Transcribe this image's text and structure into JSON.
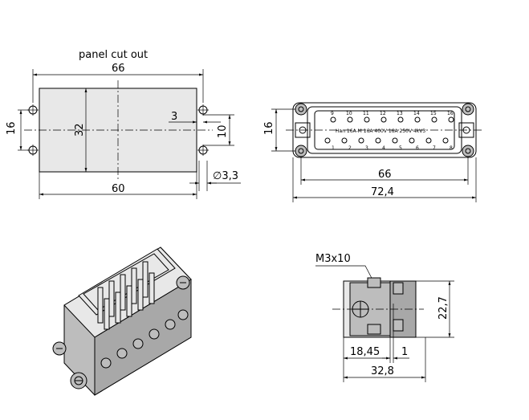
{
  "panel_cutout": {
    "title": "panel cut out",
    "dim_width_top": "66",
    "dim_width_bottom": "60",
    "dim_height_left": "16",
    "dim_height_center": "32",
    "dim_3": "3",
    "dim_10": "10",
    "dim_hole": "∅3,3"
  },
  "front_view": {
    "dim_height": "16",
    "dim_width_inner": "66",
    "dim_width_outer": "72,4",
    "pin_numbers_top": [
      "9",
      "10",
      "11",
      "12",
      "13",
      "14",
      "15",
      "16"
    ],
    "pin_numbers_bottom": [
      "1",
      "2",
      "3",
      "4",
      "5",
      "6",
      "7",
      "8"
    ],
    "marking_text": "Han 16A-M  16A 400V  16A 250V 4kV3"
  },
  "side_view": {
    "screw_label": "M3x10",
    "dim_height": "22,7",
    "dim_18_45": "18,45",
    "dim_1": "1",
    "dim_32_8": "32,8"
  },
  "colors": {
    "line": "#000000",
    "shade": "#bdbdbd",
    "background": "#ffffff"
  }
}
